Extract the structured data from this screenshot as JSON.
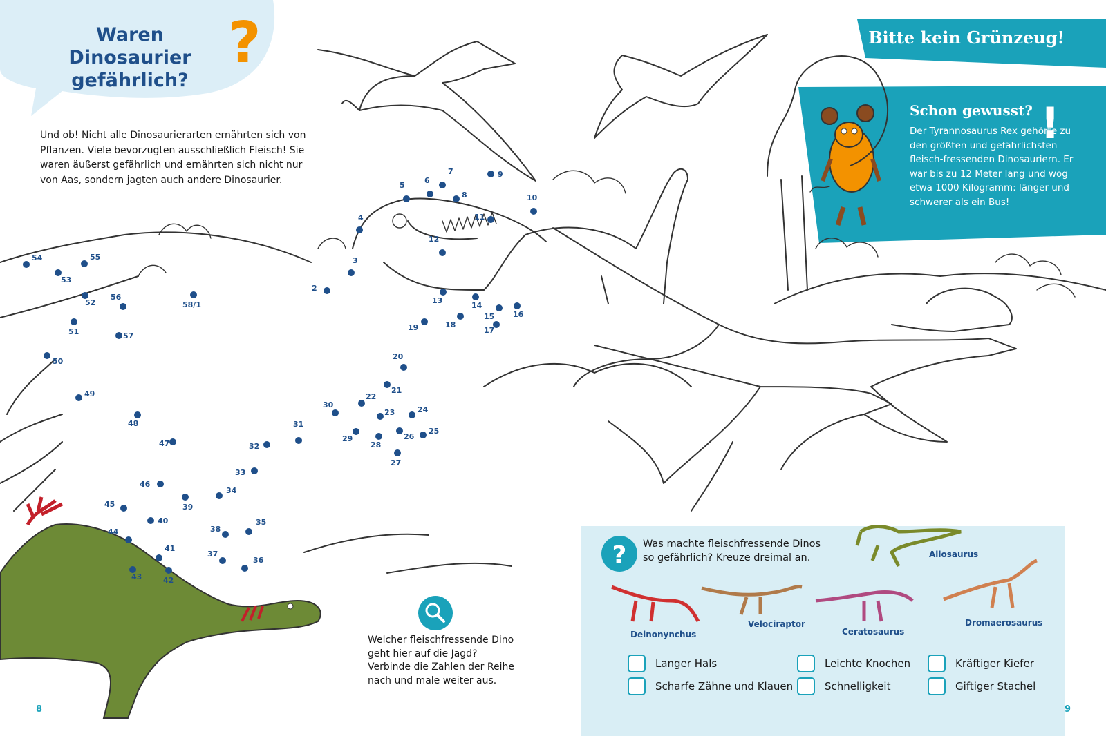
{
  "left_page": {
    "title": "Waren Dinosaurier gefährlich?",
    "question_mark": "?",
    "intro": "Und ob! Nicht alle Dinosaurierarten ernährten sich von Pflanzen. Viele bevorzugten ausschließlich Fleisch! Sie waren äußerst gefährlich und ernährten sich nicht nur von Aas, sondern jagten auch andere Dinosaurier.",
    "hunt_task": "Welcher fleischfressende Dino geht hier auf die Jagd? Verbinde die Zahlen der Reihe nach und male weiter aus.",
    "page_number": "8"
  },
  "right_page": {
    "banner": "Bitte kein Grünzeug!",
    "facts": {
      "title": "Schon gewusst?",
      "exclamation": "!",
      "body": "Der Tyrannosaurus Rex gehörte zu den größten und gefährlichsten fleisch-fressenden Dinosauriern. Er war bis zu 12 Meter lang und wog etwa 1000 Kilogramm: länger und schwerer als ein Bus!"
    },
    "quiz": {
      "question": "Was machte fleischfressende Dinos so gefährlich? Kreuze dreimal an.",
      "dinos": [
        "Allosaurus",
        "Deinonynchus",
        "Velociraptor",
        "Ceratosaurus",
        "Dromaerosaurus"
      ],
      "options": [
        "Langer Hals",
        "Scharfe Zähne und Klauen",
        "Leichte Knochen",
        "Schnelligkeit",
        "Kräftiger Kiefer",
        "Giftiger Stachel"
      ]
    },
    "page_number": "9"
  },
  "dots": [
    "2",
    "3",
    "4",
    "5",
    "6",
    "7",
    "8",
    "9",
    "10",
    "11",
    "12",
    "13",
    "14",
    "15",
    "16",
    "17",
    "18",
    "19",
    "20",
    "21",
    "22",
    "23",
    "24",
    "25",
    "26",
    "27",
    "28",
    "29",
    "30",
    "31",
    "32",
    "33",
    "34",
    "35",
    "36",
    "37",
    "38",
    "39",
    "40",
    "41",
    "42",
    "43",
    "44",
    "45",
    "46",
    "47",
    "48",
    "49",
    "50",
    "51",
    "52",
    "53",
    "54",
    "55",
    "56",
    "57",
    "58/1"
  ],
  "colors": {
    "accent": "#1aa2ba",
    "title_blue": "#1f4f8a",
    "orange": "#f39200",
    "bubble": "#dceef7",
    "quiz_bg": "#d9eef5"
  },
  "icons": [
    "magnifier-icon",
    "question-icon",
    "mouse-character"
  ]
}
